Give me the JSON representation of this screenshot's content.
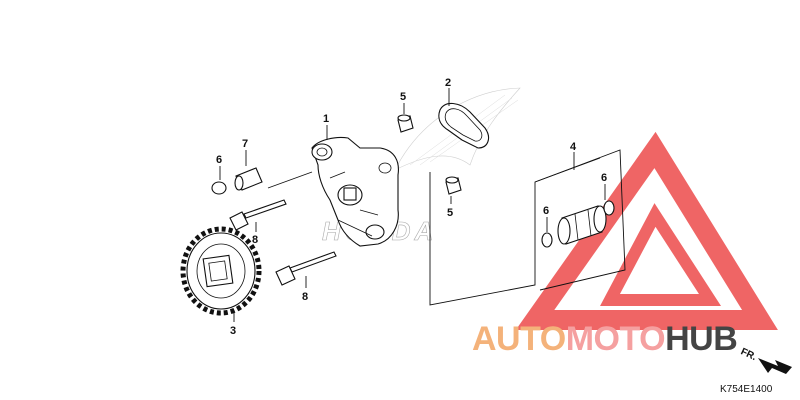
{
  "callouts": {
    "c1": "1",
    "c2": "2",
    "c3": "3",
    "c4": "4",
    "c5a": "5",
    "c5b": "5",
    "c6a": "6",
    "c6b": "6",
    "c6c": "6",
    "c7": "7",
    "c8a": "8",
    "c8b": "8"
  },
  "watermark": {
    "auto": "AUTO",
    "moto": "MOTO",
    "hub": "HUB"
  },
  "background_brand": "HONDA",
  "diagram_code": "K754E1400",
  "direction_label": "FR.",
  "colors": {
    "accent_orange": "#f4b27a",
    "accent_pink": "#f5a0a0",
    "triangle_red": "#ec4a4a",
    "hub_gray": "#444444",
    "line": "#111111"
  }
}
